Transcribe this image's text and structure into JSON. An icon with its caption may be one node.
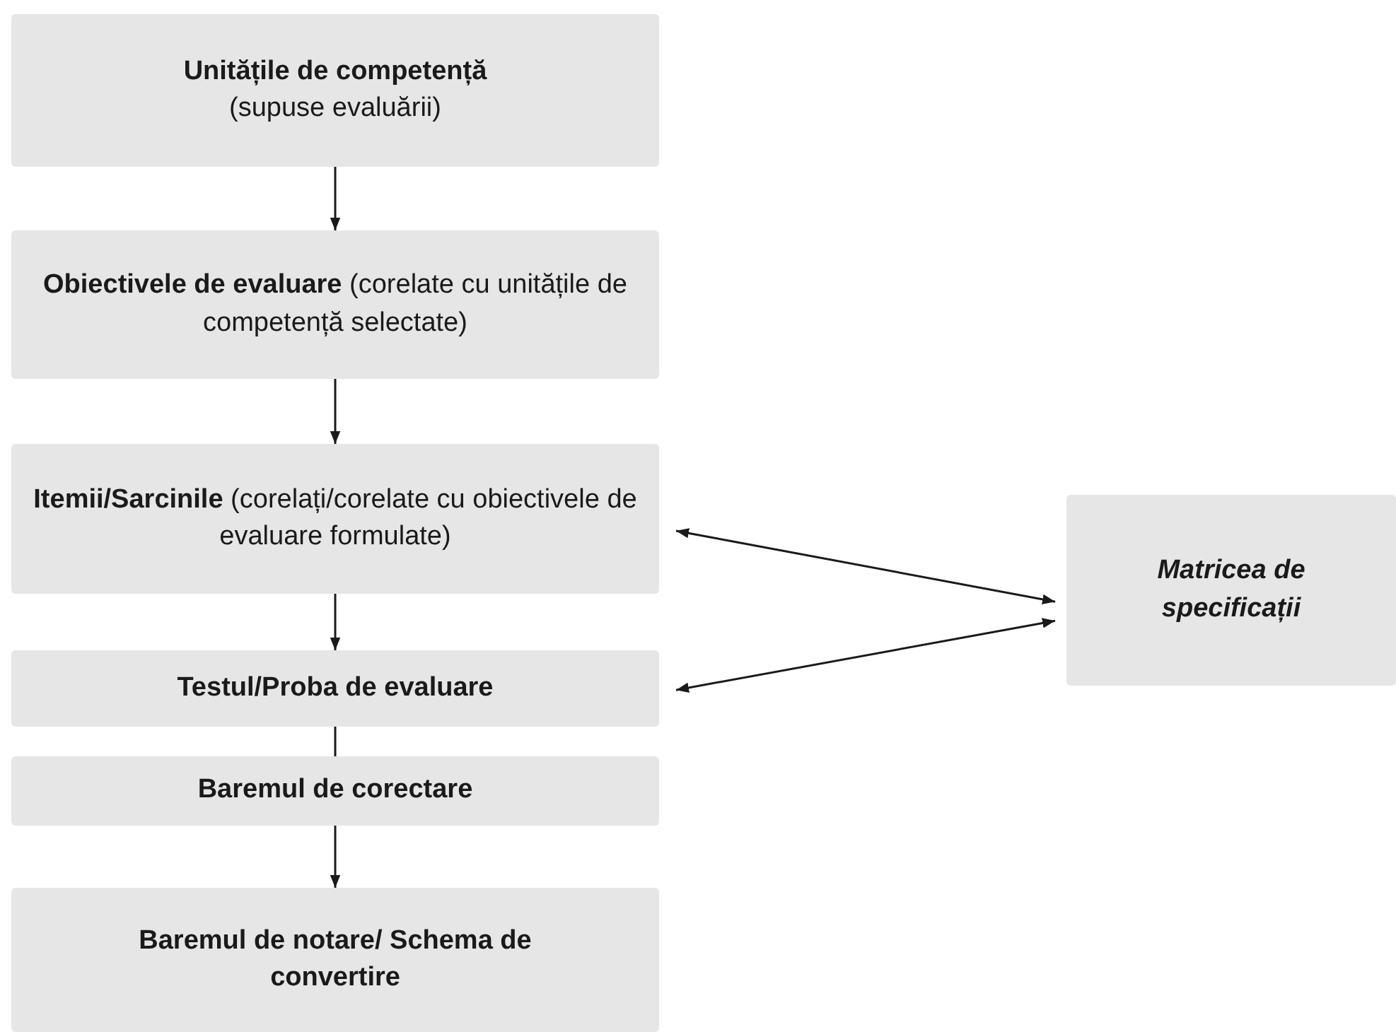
{
  "diagram": {
    "nodes": [
      {
        "text": [
          "Unitățile de competență",
          "(supuse evaluării)"
        ]
      },
      {
        "text": [
          "**Obiectivele de evaluare** (corelate cu unitățile de competență selectate)"
        ]
      },
      {
        "text": [
          "**Itemii/Sarcinile** (corelați/corelate cu obiectivele de evaluare formulate)"
        ]
      },
      {
        "text": [
          "Testul/Proba de evaluare"
        ]
      },
      {
        "text": [
          "Baremul de corectare"
        ]
      },
      {
        "text": [
          "Baremul de notare/ Schema de convertire"
        ]
      },
      {
        "text": [
          "Matricea de specificații"
        ]
      }
    ],
    "edges": [
      {
        "from": 0,
        "to": 1,
        "arrow": "to"
      },
      {
        "from": 1,
        "to": 2,
        "arrow": "to"
      },
      {
        "from": 2,
        "to": 3,
        "arrow": "to"
      },
      {
        "from": 3,
        "to": 4,
        "arrow": "none"
      },
      {
        "from": 4,
        "to": 5,
        "arrow": "to"
      },
      {
        "from": 2,
        "to": 6,
        "arrow": "both"
      },
      {
        "from": 3,
        "to": 6,
        "arrow": "both"
      }
    ]
  }
}
